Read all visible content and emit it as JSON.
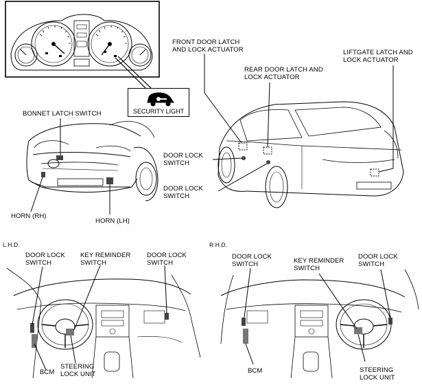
{
  "labels": {
    "security_light": "SECURITY LIGHT",
    "bonnet_latch_switch": "BONNET LATCH SWITCH",
    "horn_rh": "HORN (RH)",
    "horn_lh": "HORN (LH)",
    "front_door_latch": [
      "FRONT DOOR LATCH",
      "AND LOCK ACTUATOR"
    ],
    "rear_door_latch": [
      "REAR DOOR LATCH AND",
      "LOCK ACTUATOR"
    ],
    "liftgate_latch": [
      "LIFTGATE LATCH AND",
      "LOCK ACTUATOR"
    ],
    "door_lock_switch_upper": [
      "DOOR LOCK",
      "SWITCH"
    ],
    "door_lock_switch_lower": [
      "DOOR LOCK",
      "SWITCH"
    ]
  },
  "lhd": {
    "heading": "L.H.D.",
    "door_lock_switch_left": [
      "DOOR LOCK",
      "SWITCH"
    ],
    "key_reminder_switch": [
      "KEY REMINDER",
      "SWITCH"
    ],
    "door_lock_switch_right": [
      "DOOR LOCK",
      "SWITCH"
    ],
    "bcm": "BCM",
    "steering_lock_unit": [
      "STEERING",
      "LOCK UNIT"
    ]
  },
  "rhd": {
    "heading": "R.H.D.",
    "door_lock_switch_left": [
      "DOOR LOCK",
      "SWITCH"
    ],
    "key_reminder_switch": [
      "KEY REMINDER",
      "SWITCH"
    ],
    "door_lock_switch_right": [
      "DOOR LOCK",
      "SWITCH"
    ],
    "bcm": "BCM",
    "steering_lock_unit": [
      "STEERING",
      "LOCK UNIT"
    ]
  }
}
